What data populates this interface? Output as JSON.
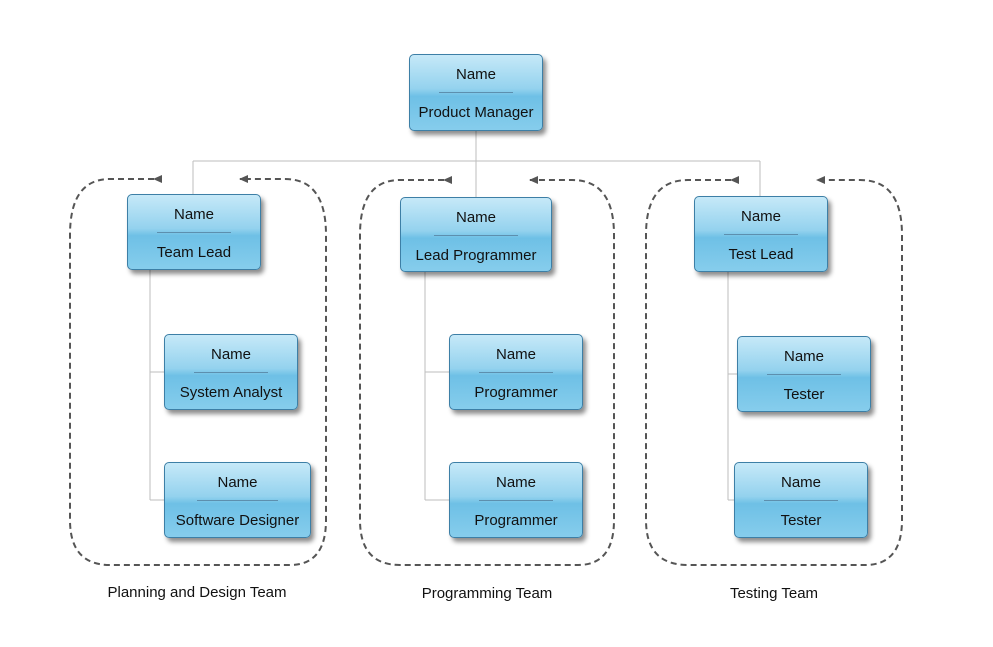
{
  "manager": {
    "name": "Name",
    "role": "Product Manager"
  },
  "teams": [
    {
      "label": "Planning and Design Team",
      "lead": {
        "name": "Name",
        "role": "Team Lead"
      },
      "members": [
        {
          "name": "Name",
          "role": "System Analyst"
        },
        {
          "name": "Name",
          "role": "Software Designer"
        }
      ]
    },
    {
      "label": "Programming Team",
      "lead": {
        "name": "Name",
        "role": "Lead Programmer"
      },
      "members": [
        {
          "name": "Name",
          "role": "Programmer"
        },
        {
          "name": "Name",
          "role": "Programmer"
        }
      ]
    },
    {
      "label": "Testing Team",
      "lead": {
        "name": "Name",
        "role": "Test Lead"
      },
      "members": [
        {
          "name": "Name",
          "role": "Tester"
        },
        {
          "name": "Name",
          "role": "Tester"
        }
      ]
    }
  ],
  "colors": {
    "node_border": "#3d7fa6",
    "connector": "#bdbdbd",
    "team_boundary": "#555555"
  }
}
